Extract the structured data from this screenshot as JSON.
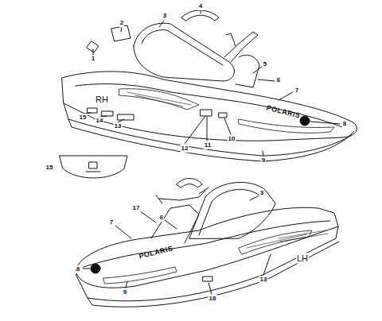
{
  "diagram": {
    "labels": [
      "2",
      "3",
      "4",
      "1",
      "5",
      "6",
      "7",
      "POLARIS",
      "RH",
      "8",
      "15",
      "14",
      "13",
      "10",
      "11",
      "12",
      "9",
      "15",
      "3",
      "17",
      "6",
      "7",
      "POLARIS",
      "LH",
      "8",
      "13",
      "18",
      "9"
    ]
  }
}
